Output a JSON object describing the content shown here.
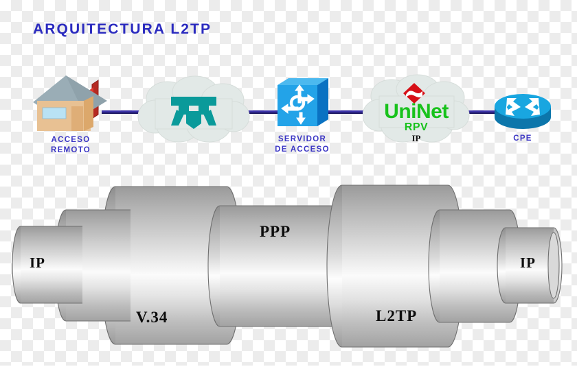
{
  "title": "ARQUITECTURA L2TP",
  "colors": {
    "title_blue": "#2b2bbf",
    "label_blue": "#3b36c4",
    "link_blue": "#3b32a8",
    "cloud_fill": "#e2e9e7",
    "cloud_stroke": "#d3dcd9",
    "phone_teal": "#0a9a9a",
    "switch_blue": "#23a3e8",
    "switch_blue_dark": "#0a72c2",
    "router_cyan": "#19a6e0",
    "router_blue_dark": "#0c76ab",
    "uninet_green": "#18c21c",
    "uninet_red": "#d60f16",
    "house_roof": "#8fa2ab",
    "house_wall": "#e8c193",
    "house_window": "#b9e2f4",
    "house_door": "#dfae77",
    "house_chimney": "#e23b30",
    "cylinder_light": "#ffffff",
    "cylinder_mid": "#b9b9b9",
    "cylinder_dark": "#7e7e7e"
  },
  "topology": {
    "nodes": [
      {
        "id": "acceso-remoto",
        "icon": "house-icon",
        "label": "ACCESO\nREMOTO"
      },
      {
        "id": "pstn-cloud",
        "icon": "cloud-phone-icon",
        "label": ""
      },
      {
        "id": "servidor-acceso",
        "icon": "switch-icon",
        "label": "SERVIDOR\nDE ACCESO"
      },
      {
        "id": "uninet-cloud",
        "icon": "cloud-uninet-icon",
        "label": ""
      },
      {
        "id": "cpe",
        "icon": "router-icon",
        "label": "CPE"
      }
    ],
    "uninet_cloud": {
      "brand": "UniNet",
      "service": "RPV",
      "protocol": "IP"
    },
    "links": [
      {
        "from": "acceso-remoto",
        "to": "pstn-cloud"
      },
      {
        "from": "pstn-cloud",
        "to": "servidor-acceso"
      },
      {
        "from": "servidor-acceso",
        "to": "uninet-cloud"
      },
      {
        "from": "uninet-cloud",
        "to": "cpe"
      }
    ]
  },
  "protocol_stack": {
    "labels": {
      "ip_left": "IP",
      "v34": "V.34",
      "ppp": "PPP",
      "l2tp": "L2TP",
      "ip_right": "IP"
    }
  }
}
